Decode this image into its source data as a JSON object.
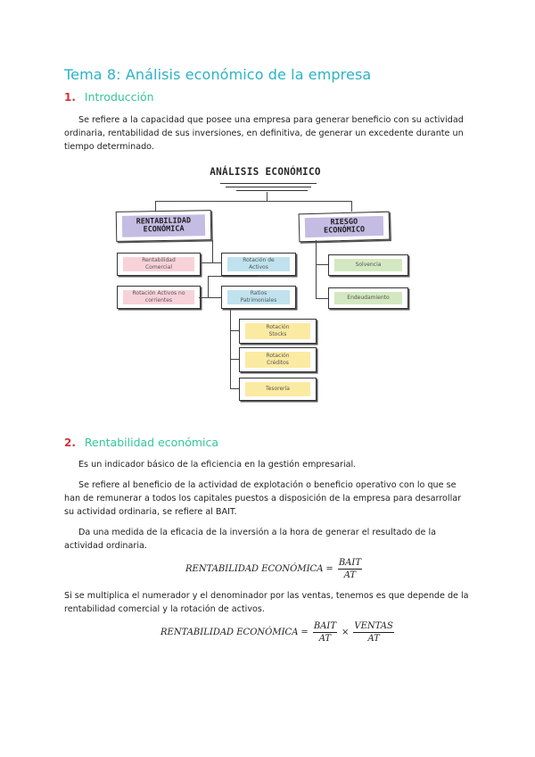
{
  "document": {
    "title": "Tema 8: Análisis económico de la empresa",
    "sections": [
      {
        "number": "1.",
        "heading": "Introducción",
        "paragraphs": [
          "Se refiere a la capacidad que posee una empresa para generar beneficio con su actividad ordinaria, rentabilidad de sus inversiones, en definitiva, de generar un excedente durante un tiempo determinado."
        ]
      },
      {
        "number": "2.",
        "heading": "Rentabilidad económica",
        "paragraphs": [
          "Es un indicador básico de la eficiencia en la gestión empresarial.",
          "Se refiere al beneficio de la actividad de explotación o beneficio operativo con lo que se han de remunerar a todos los capitales puestos a disposición de la empresa para desarrollar su actividad ordinaria, se refiere al BAIT.",
          "Da una medida de la eficacia de la inversión a la hora de generar el resultado de la actividad ordinaria.",
          "Si se multiplica el numerador y el denominador por las ventas, tenemos es que depende de la rentabilidad comercial y la rotación de activos."
        ],
        "formulas": [
          {
            "lhs": "RENTABILIDAD ECONÓMICA",
            "eq": "=",
            "num1": "BAIT",
            "den1": "AT"
          },
          {
            "lhs": "RENTABILIDAD ECONÓMICA",
            "eq": "=",
            "num1": "BAIT",
            "den1": "AT",
            "op": "×",
            "num2": "VENTAS",
            "den2": "AT"
          }
        ]
      }
    ],
    "diagram": {
      "title": "ANÁLISIS ECONÓMICO",
      "left_root": "RENTABILIDAD ECONÓMICA",
      "right_root": "RIESGO ECONÓMICO",
      "nodes": {
        "rentabilidad_comercial": "Rentabilidad Comercial",
        "rotacion_activos": "Rotación de Activos",
        "rotacion_activos_nc": "Rotación Activos no corrientes",
        "ratios_patrimoniales": "Ratios Patrimoniales",
        "rotacion_stocks": "Rotación Stocks",
        "rotacion_creditos": "Rotación Créditos",
        "tesoreria": "Tesorería",
        "solvencia": "Solvencia",
        "endeudamiento": "Endeudamiento"
      },
      "colors": {
        "root": "#c4bce3",
        "pink": "#f8d2d9",
        "blue": "#bfe2ee",
        "yellow": "#fbeaa2",
        "green": "#d3e8c0"
      }
    }
  }
}
